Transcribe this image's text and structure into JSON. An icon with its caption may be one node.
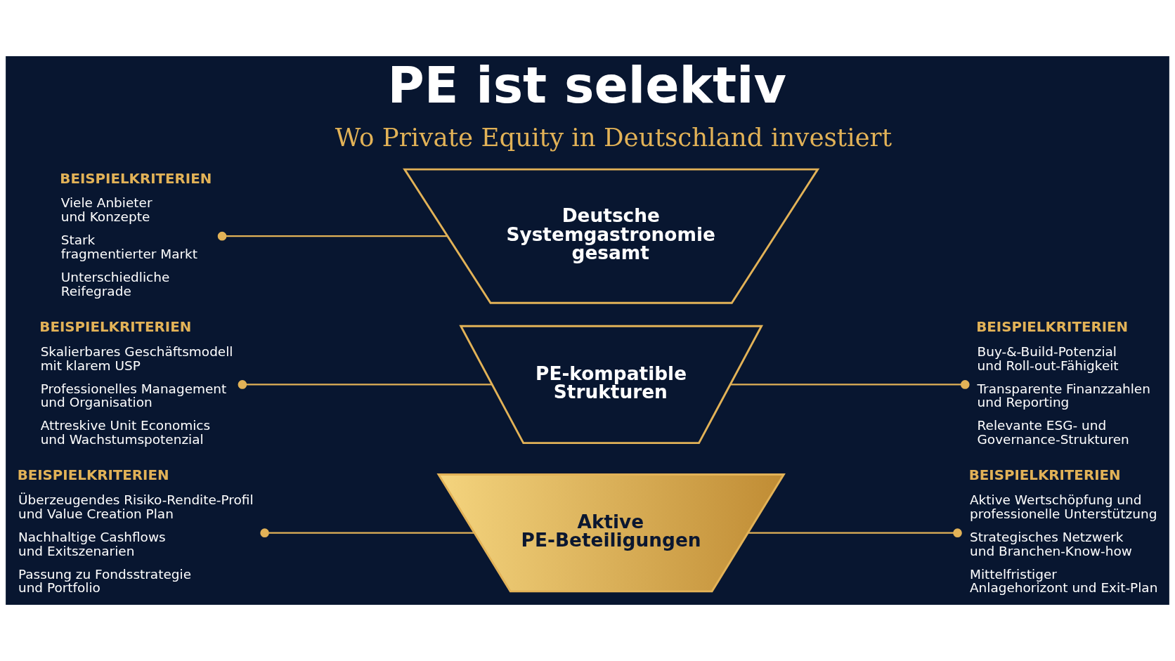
{
  "diagram": {
    "title": "PE ist selektiv",
    "nodes": [
      {
        "text": [
          "BEISPIELKRITERIEN",
          "Viele Anbieter und Konzepte",
          "Stark fragmentierter Markt",
          "Unterschiedliche Reifegrade"
        ]
      },
      {
        "text": [
          "Deutsche Systemgastronomie gesamt"
        ]
      },
      {
        "text": [
          "BEISPIELKRITERIEN",
          "Skalierbares Geschäftsmodell mit klarem USP",
          "Professionelles Management und Organisation",
          "Attreskive Unit Economics und Wachstumspotenzial"
        ]
      },
      {
        "text": [
          "PE-kompatible Strukturen"
        ]
      },
      {
        "text": [
          "BEISPIELKRITERIEN",
          "Buy-&-Build-Potenzial und Roll-out-Fähigkeit",
          "Transparente Finanzzahlen und Reporting",
          "Relevante ESG- und Governance-Strukturen"
        ]
      },
      {
        "text": [
          "BEISPIELKRITERIEN",
          "Überzeugendes Risiko-Rendite-Profil und Value Creation Plan",
          "Nachhaltige Cashflows und Exitszenarien",
          "Passung zu Fondsstrategie und Portfolio"
        ]
      },
      {
        "text": [
          "Aktive PE-Beteiligungen"
        ]
      },
      {
        "text": [
          "BEISPIELKRITERIEN",
          "Aktive Wertschöpfung und professionelle Unterstützung",
          "Strategisches Netzwerk und Branchen-Know-how",
          "Mittelfristiger Anlagehorizont und Exit-Plan"
        ]
      }
    ],
    "edges": [
      {
        "from": 0,
        "to": 1,
        "arrow": "other"
      },
      {
        "from": 2,
        "to": 3,
        "arrow": "other"
      },
      {
        "from": 3,
        "to": 4,
        "arrow": "other"
      },
      {
        "from": 5,
        "to": 6,
        "arrow": "other"
      },
      {
        "from": 6,
        "to": 7,
        "arrow": "other"
      }
    ],
    "labels": [
      "Wo Private Equity in Deutschland investiert"
    ]
  }
}
